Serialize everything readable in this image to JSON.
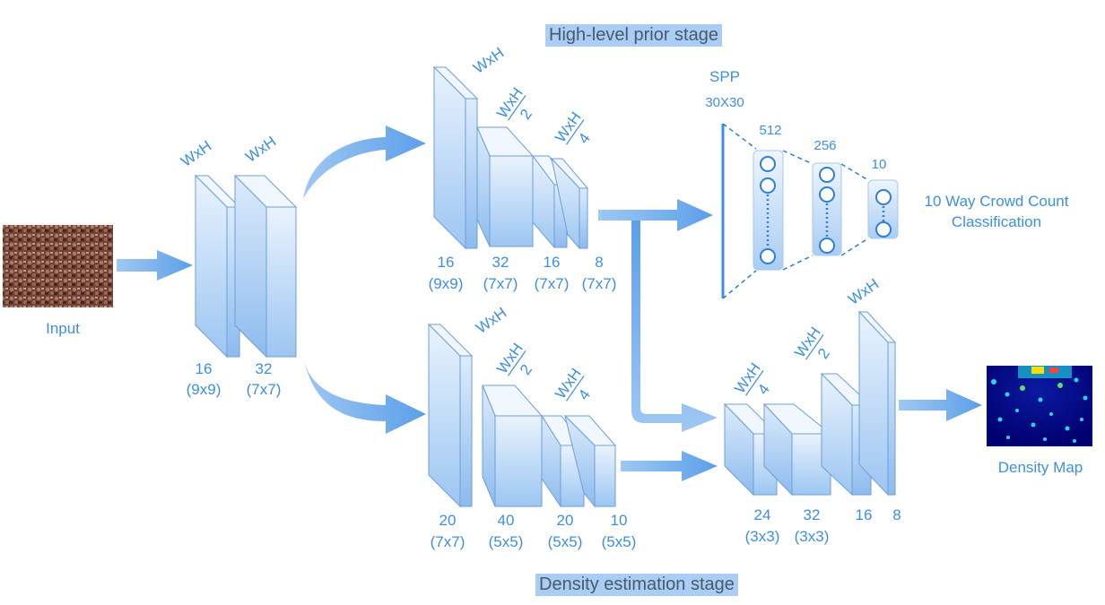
{
  "stages": {
    "prior": "High-level prior stage",
    "density": "Density estimation stage"
  },
  "input": {
    "label": "Input"
  },
  "output": {
    "label": "Density Map"
  },
  "shared": {
    "dims": [
      "WxH",
      "WxH"
    ],
    "filters": [
      {
        "n": "16",
        "k": "(9x9)"
      },
      {
        "n": "32",
        "k": "(7x7)"
      }
    ]
  },
  "prior_branch": {
    "dims": [
      "WxH",
      "WxH/2",
      "WxH/4"
    ],
    "filters": [
      {
        "n": "16",
        "k": "(9x9)"
      },
      {
        "n": "32",
        "k": "(7x7)"
      },
      {
        "n": "16",
        "k": "(7x7)"
      },
      {
        "n": "8",
        "k": "(7x7)"
      }
    ]
  },
  "density_branch": {
    "dims": [
      "WxH",
      "WxH/2",
      "WxH/4"
    ],
    "filters": [
      {
        "n": "20",
        "k": "(7x7)"
      },
      {
        "n": "40",
        "k": "(5x5)"
      },
      {
        "n": "20",
        "k": "(5x5)"
      },
      {
        "n": "10",
        "k": "(5x5)"
      }
    ]
  },
  "fusion_branch": {
    "dims": [
      "WxH/4",
      "WxH/2",
      "WxH"
    ],
    "filters": [
      {
        "n": "24",
        "k": "(3x3)"
      },
      {
        "n": "32",
        "k": "(3x3)"
      },
      {
        "n": "16",
        "k": ""
      },
      {
        "n": "8",
        "k": ""
      }
    ]
  },
  "spp": {
    "label": "SPP",
    "size": "30X30"
  },
  "fc": [
    "512",
    "256",
    "10"
  ],
  "classification": {
    "line1": "10 Way Crowd Count",
    "line2": "Classification"
  },
  "fraction": {
    "numerator": "WxH",
    "den2": "2",
    "den4": "4"
  },
  "colors": {
    "accent": "#3d8fe3",
    "box_light": "#e9f3fd",
    "box_dark": "#8fbdf0"
  }
}
